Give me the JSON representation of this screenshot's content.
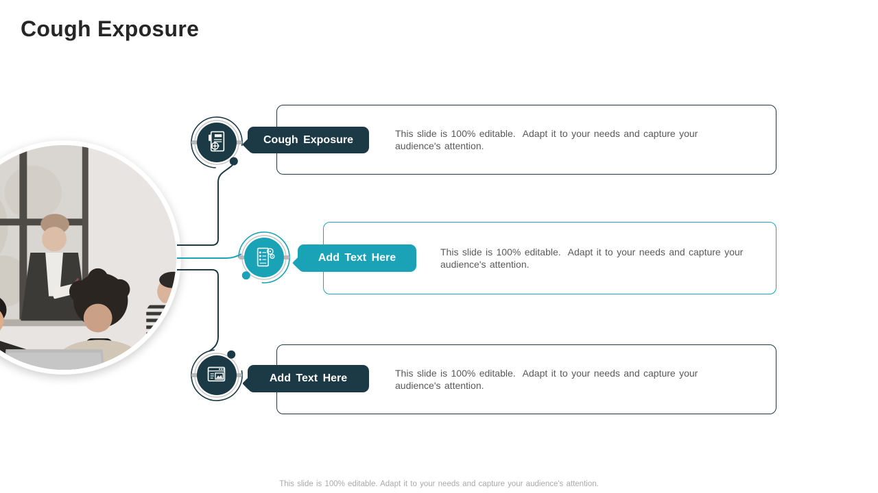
{
  "title": "Cough Exposure",
  "footer": "This slide is 100% editable. Adapt it to your needs and capture your audience's attention.",
  "rows": [
    {
      "label": "Cough Exposure",
      "icon": "audit-report-icon",
      "body_line1": "This slide is 100% editable.  Adapt it to your needs and capture your",
      "body_line2": "audience's attention."
    },
    {
      "label": "Add Text Here",
      "icon": "quality-report-icon",
      "body_line1": "This slide is 100% editable.  Adapt it to your needs and capture your",
      "body_line2": "audience's attention."
    },
    {
      "label": "Add Text Here",
      "icon": "image-window-icon",
      "body_line1": "This slide is 100% editable.  Adapt it to your needs and capture your",
      "body_line2": "audience's attention."
    }
  ],
  "colors": {
    "dark_teal": "#1b3a45",
    "teal": "#1aa2b6",
    "title_text": "#262626",
    "body_text": "#595959",
    "footer_text": "#a9a9a9",
    "ring_gray": "#c6c6c6"
  }
}
